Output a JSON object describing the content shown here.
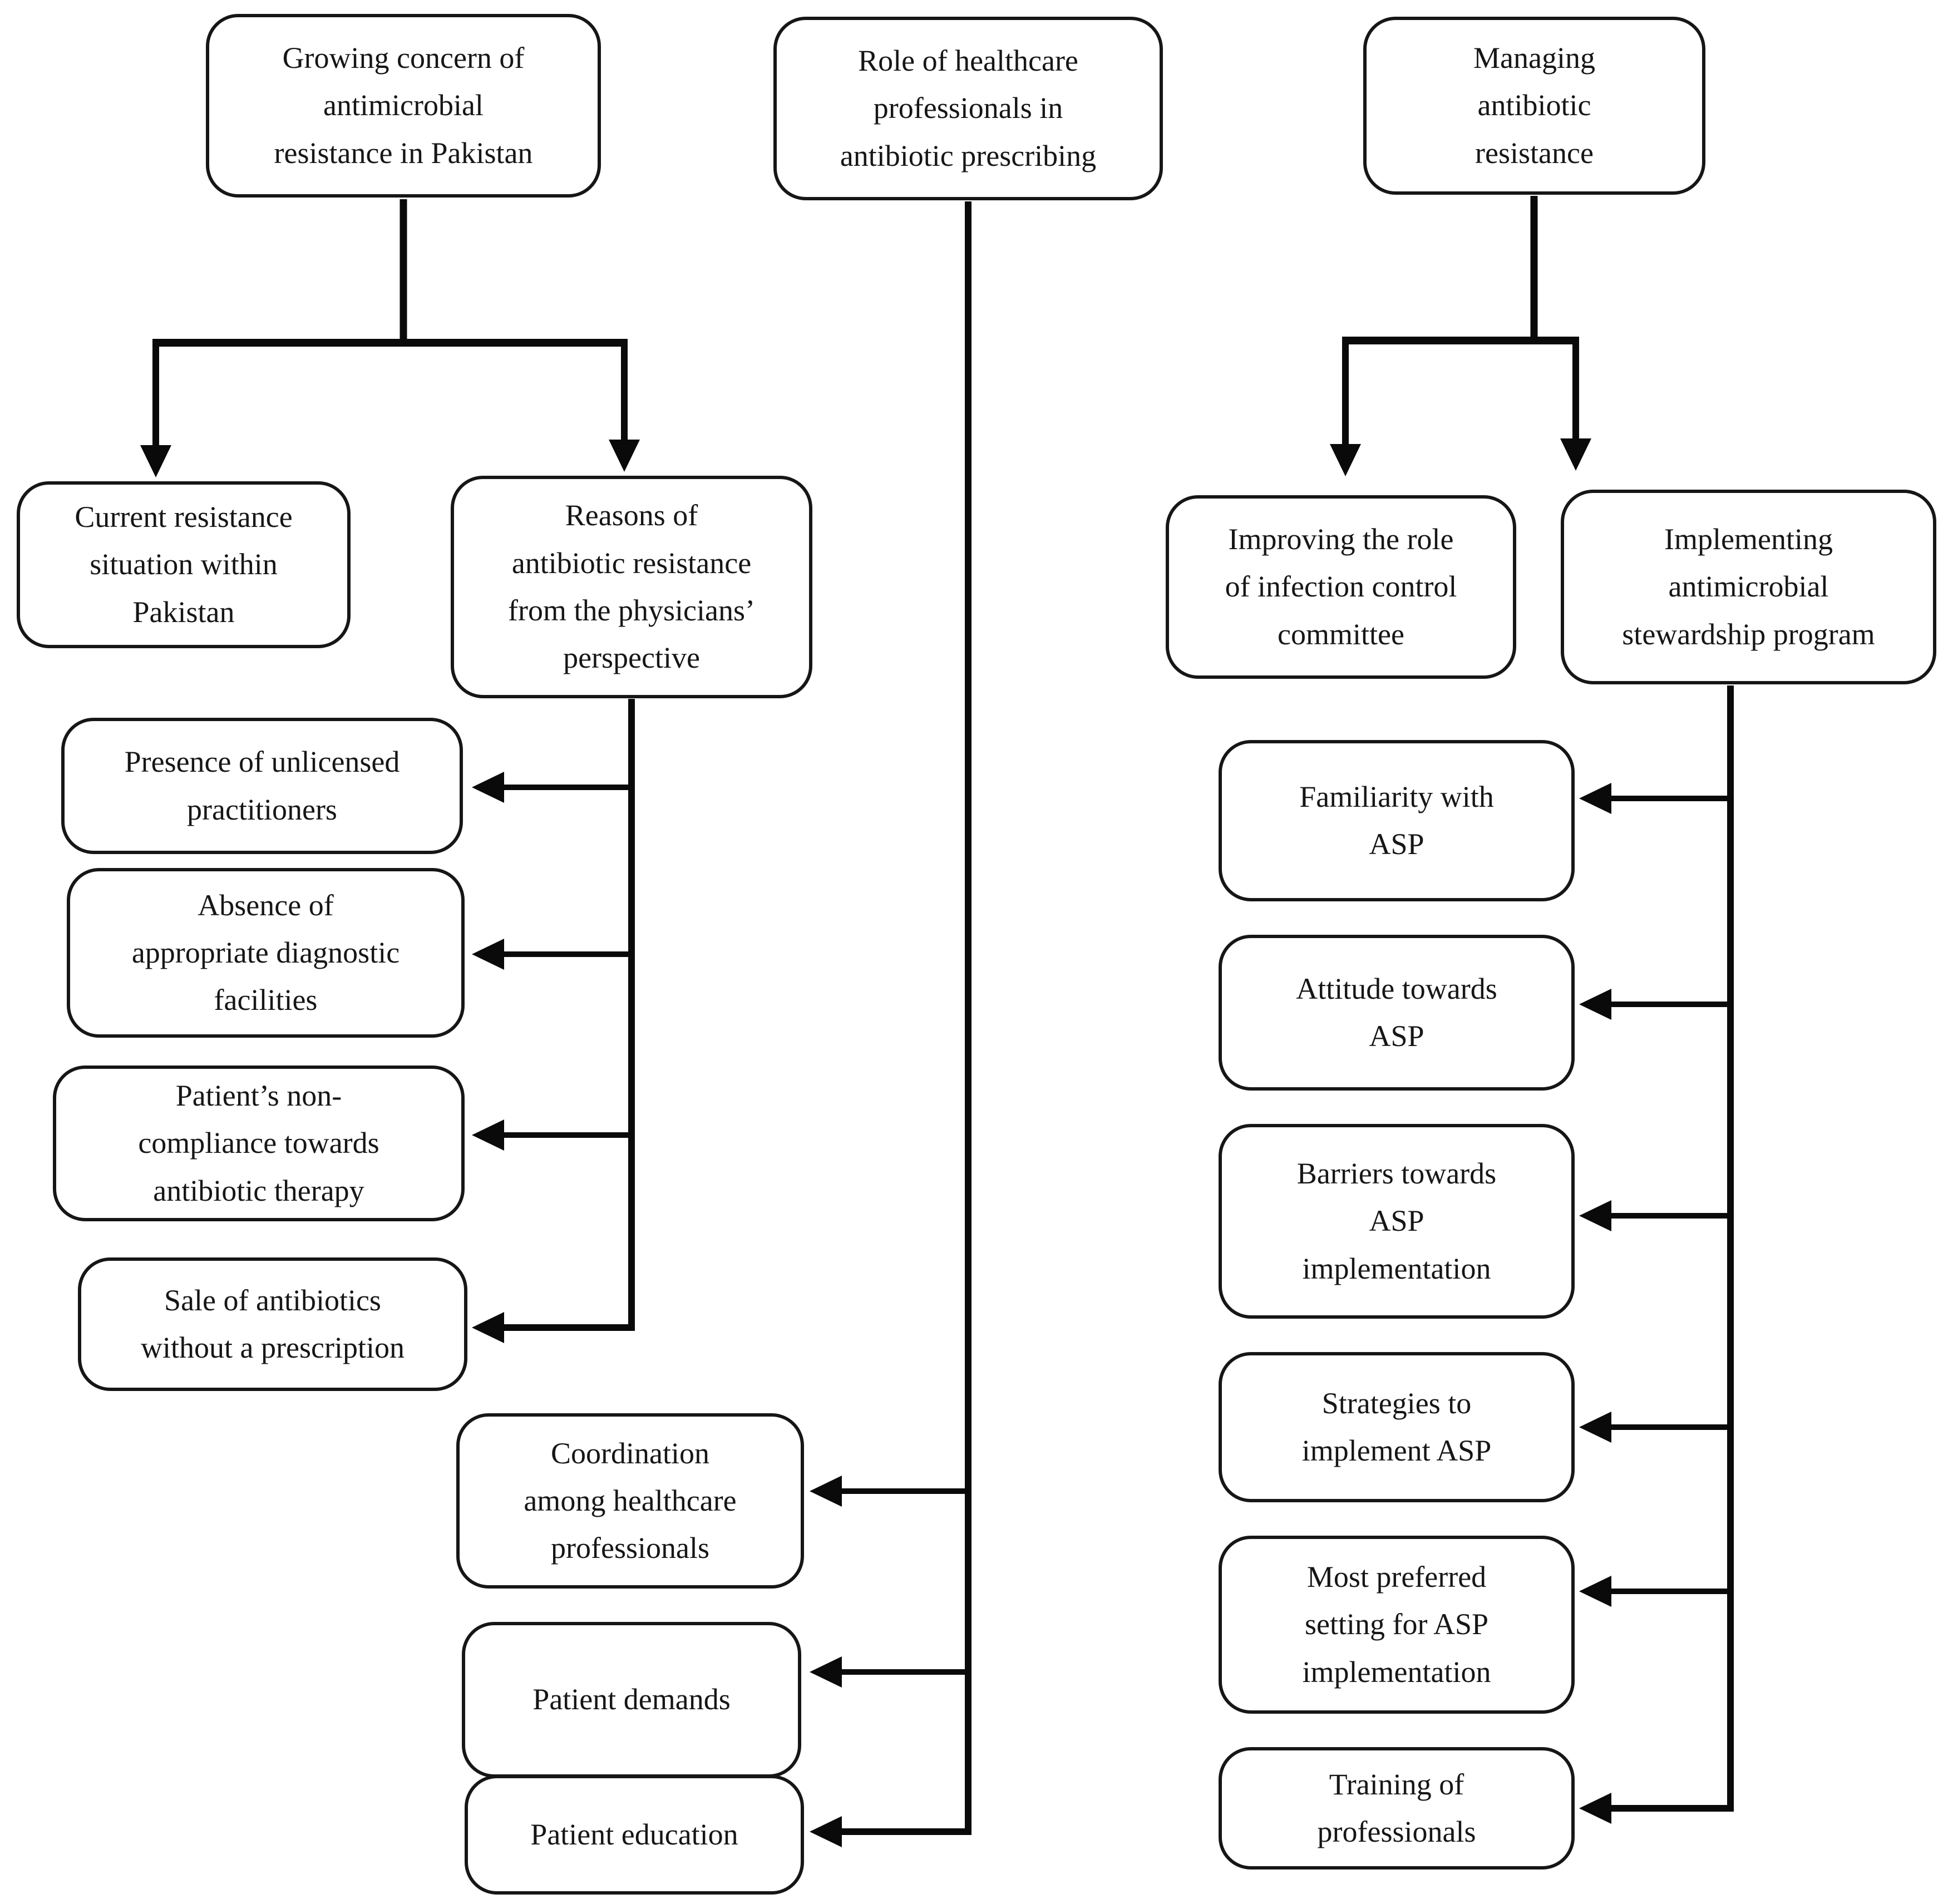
{
  "diagram": {
    "type": "flowchart",
    "colors": {
      "background": "#ffffff",
      "box_border": "#161616",
      "text": "#161616",
      "connector": "#0a0a0a"
    },
    "nodes": {
      "growing_concern": {
        "label": "Growing concern of\nantimicrobial\nresistance in Pakistan"
      },
      "role_healthcare": {
        "label": "Role of healthcare\nprofessionals in\nantibiotic prescribing"
      },
      "managing_resistance": {
        "label": "Managing\nantibiotic\nresistance"
      },
      "current_resistance": {
        "label": "Current resistance\nsituation within\nPakistan"
      },
      "reasons_physicians": {
        "label": "Reasons of\nantibiotic resistance\nfrom the physicians’\nperspective"
      },
      "unlicensed_practitioners": {
        "label": "Presence of unlicensed\npractitioners"
      },
      "diagnostic_facilities": {
        "label": "Absence of\nappropriate diagnostic\nfacilities"
      },
      "non_compliance": {
        "label": "Patient’s non-\ncompliance towards\nantibiotic therapy"
      },
      "sale_without_prescription": {
        "label": "Sale of antibiotics\nwithout a prescription"
      },
      "coordination": {
        "label": "Coordination\namong healthcare\nprofessionals"
      },
      "patient_demands": {
        "label": "Patient demands"
      },
      "patient_education": {
        "label": "Patient education"
      },
      "infection_control": {
        "label": "Improving the role\nof infection control\ncommittee"
      },
      "implementing_asp": {
        "label": "Implementing\nantimicrobial\nstewardship program"
      },
      "familiarity_asp": {
        "label": "Familiarity with\nASP"
      },
      "attitude_asp": {
        "label": "Attitude towards\nASP"
      },
      "barriers_asp": {
        "label": "Barriers towards\nASP\nimplementation"
      },
      "strategies_asp": {
        "label": "Strategies to\nimplement ASP"
      },
      "preferred_setting_asp": {
        "label": "Most preferred\nsetting for ASP\nimplementation"
      },
      "training_professionals": {
        "label": "Training of\nprofessionals"
      }
    },
    "edges": [
      {
        "from": "growing_concern",
        "to": "current_resistance"
      },
      {
        "from": "growing_concern",
        "to": "reasons_physicians"
      },
      {
        "from": "reasons_physicians",
        "to": "unlicensed_practitioners"
      },
      {
        "from": "reasons_physicians",
        "to": "diagnostic_facilities"
      },
      {
        "from": "reasons_physicians",
        "to": "non_compliance"
      },
      {
        "from": "reasons_physicians",
        "to": "sale_without_prescription"
      },
      {
        "from": "role_healthcare",
        "to": "coordination"
      },
      {
        "from": "role_healthcare",
        "to": "patient_demands"
      },
      {
        "from": "role_healthcare",
        "to": "patient_education"
      },
      {
        "from": "managing_resistance",
        "to": "infection_control"
      },
      {
        "from": "managing_resistance",
        "to": "implementing_asp"
      },
      {
        "from": "implementing_asp",
        "to": "familiarity_asp"
      },
      {
        "from": "implementing_asp",
        "to": "attitude_asp"
      },
      {
        "from": "implementing_asp",
        "to": "barriers_asp"
      },
      {
        "from": "implementing_asp",
        "to": "strategies_asp"
      },
      {
        "from": "implementing_asp",
        "to": "preferred_setting_asp"
      },
      {
        "from": "implementing_asp",
        "to": "training_professionals"
      }
    ]
  }
}
